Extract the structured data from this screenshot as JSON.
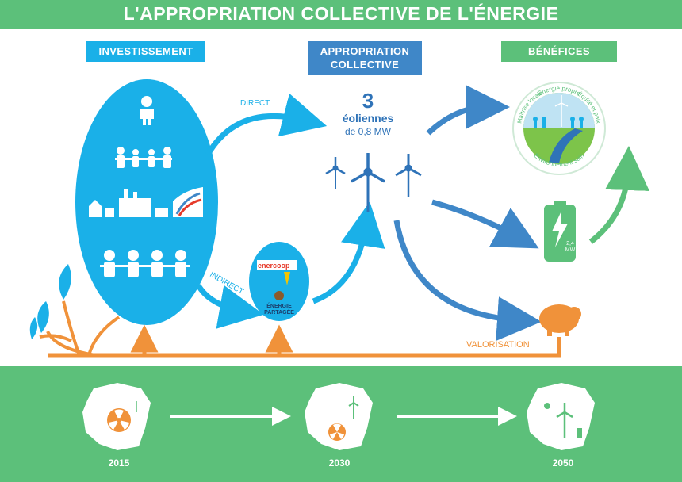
{
  "title": "L'APPROPRIATION COLLECTIVE DE L'ÉNERGIE",
  "sections": {
    "investissement": "INVESTISSEMENT",
    "appropriation_line1": "APPROPRIATION",
    "appropriation_line2": "COLLECTIVE",
    "benefices": "BÉNÉFICES"
  },
  "arrows": {
    "direct": "DIRECT",
    "indirect": "INDIRECT",
    "valorisation": "VALORISATION"
  },
  "wind": {
    "count": "3",
    "label": "éoliennes",
    "power": "de 0,8 MW"
  },
  "intermediaries": {
    "enercoop": "enercoop",
    "energie_partagee_line1": "ÉNERGIE",
    "energie_partagee_line2": "PARTAGÉE"
  },
  "battery": {
    "line1": "2,4",
    "line2": "MW"
  },
  "benefits_ring": [
    "Énergie propre",
    "Maîtrise locale",
    "Équité et paix",
    "Environnement sain"
  ],
  "leaves": [
    "",
    "",
    "",
    ""
  ],
  "timeline": [
    "2015",
    "2030",
    "2050"
  ],
  "colors": {
    "green": "#5cc07a",
    "light_blue": "#1ab0e8",
    "dark_blue": "#3f87c8",
    "orange": "#f0923a"
  }
}
